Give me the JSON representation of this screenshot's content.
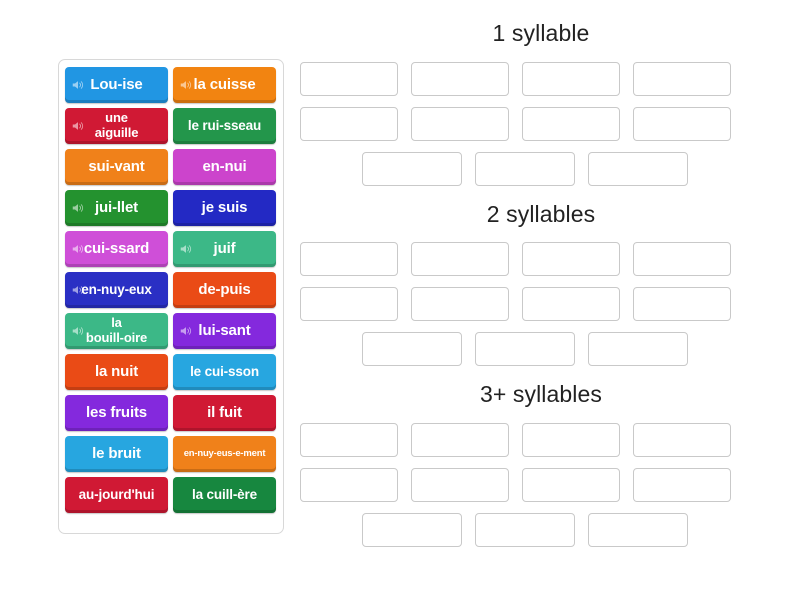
{
  "tray": {
    "name": "word-tile-tray",
    "tiles": [
      {
        "label": "Lou-ise",
        "color": "#2196e3",
        "audio": true,
        "style": "normal"
      },
      {
        "label": "la cuisse",
        "color": "#f28411",
        "audio": true,
        "style": "normal"
      },
      {
        "label": "une\naiguille",
        "color": "#d01934",
        "audio": true,
        "style": "two-line"
      },
      {
        "label": "le rui-sseau",
        "color": "#23964b",
        "audio": false,
        "style": "small"
      },
      {
        "label": "sui-vant",
        "color": "#f0811a",
        "audio": false,
        "style": "normal"
      },
      {
        "label": "en-nui",
        "color": "#cc44cc",
        "audio": false,
        "style": "normal"
      },
      {
        "label": "jui-llet",
        "color": "#24922f",
        "audio": true,
        "style": "normal"
      },
      {
        "label": "je suis",
        "color": "#2329c4",
        "audio": false,
        "style": "normal"
      },
      {
        "label": "cui-ssard",
        "color": "#cf4fd8",
        "audio": true,
        "style": "normal"
      },
      {
        "label": "juif",
        "color": "#3cb887",
        "audio": true,
        "style": "normal"
      },
      {
        "label": "en-nuy-eux",
        "color": "#2a2fc4",
        "audio": true,
        "style": "small"
      },
      {
        "label": "de-puis",
        "color": "#ea4b16",
        "audio": false,
        "style": "normal"
      },
      {
        "label": "la\nbouill-oire",
        "color": "#3cb887",
        "audio": true,
        "style": "two-line"
      },
      {
        "label": "lui-sant",
        "color": "#8429dd",
        "audio": true,
        "style": "normal"
      },
      {
        "label": "la nuit",
        "color": "#ea4b16",
        "audio": false,
        "style": "normal"
      },
      {
        "label": "le cui-sson",
        "color": "#27a6e0",
        "audio": false,
        "style": "small"
      },
      {
        "label": "les fruits",
        "color": "#8429dd",
        "audio": false,
        "style": "normal"
      },
      {
        "label": "il fuit",
        "color": "#d01934",
        "audio": false,
        "style": "normal"
      },
      {
        "label": "le bruit",
        "color": "#27a6e0",
        "audio": false,
        "style": "normal"
      },
      {
        "label": "en-nuy-eus-e-ment",
        "color": "#f0811a",
        "audio": false,
        "style": "tiny"
      },
      {
        "label": "au-jourd'hui",
        "color": "#d01934",
        "audio": false,
        "style": "small"
      },
      {
        "label": "la cuill-ère",
        "color": "#17873f",
        "audio": false,
        "style": "small"
      }
    ]
  },
  "groups": [
    {
      "title": "1 syllable",
      "rows": [
        {
          "slots": 4,
          "centered": false
        },
        {
          "slots": 4,
          "centered": false
        },
        {
          "slots": 3,
          "centered": true
        }
      ]
    },
    {
      "title": "2 syllables",
      "rows": [
        {
          "slots": 4,
          "centered": false
        },
        {
          "slots": 4,
          "centered": false
        },
        {
          "slots": 3,
          "centered": true
        }
      ]
    },
    {
      "title": "3+ syllables",
      "rows": [
        {
          "slots": 4,
          "centered": false
        },
        {
          "slots": 4,
          "centered": false
        },
        {
          "slots": 3,
          "centered": true
        }
      ]
    }
  ],
  "icons": {
    "speaker": "speaker-icon"
  }
}
